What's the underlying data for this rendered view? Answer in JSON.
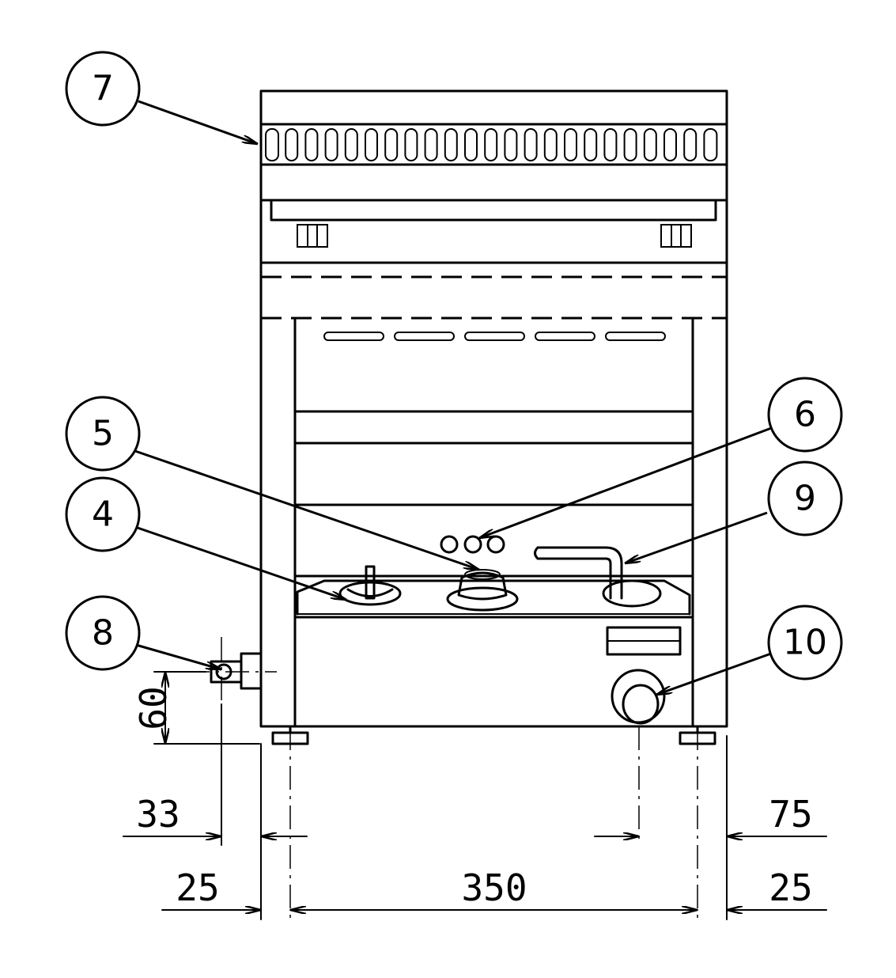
{
  "callouts": [
    {
      "id": "callout-7",
      "label": "7"
    },
    {
      "id": "callout-5",
      "label": "5"
    },
    {
      "id": "callout-6",
      "label": "6"
    },
    {
      "id": "callout-4",
      "label": "4"
    },
    {
      "id": "callout-9",
      "label": "9"
    },
    {
      "id": "callout-8",
      "label": "8"
    },
    {
      "id": "callout-10",
      "label": "10"
    }
  ],
  "dimensions": {
    "height_60": "60",
    "offset_33": "33",
    "offset_75": "75",
    "leg_left_25": "25",
    "width_350": "350",
    "leg_right_25": "25"
  }
}
